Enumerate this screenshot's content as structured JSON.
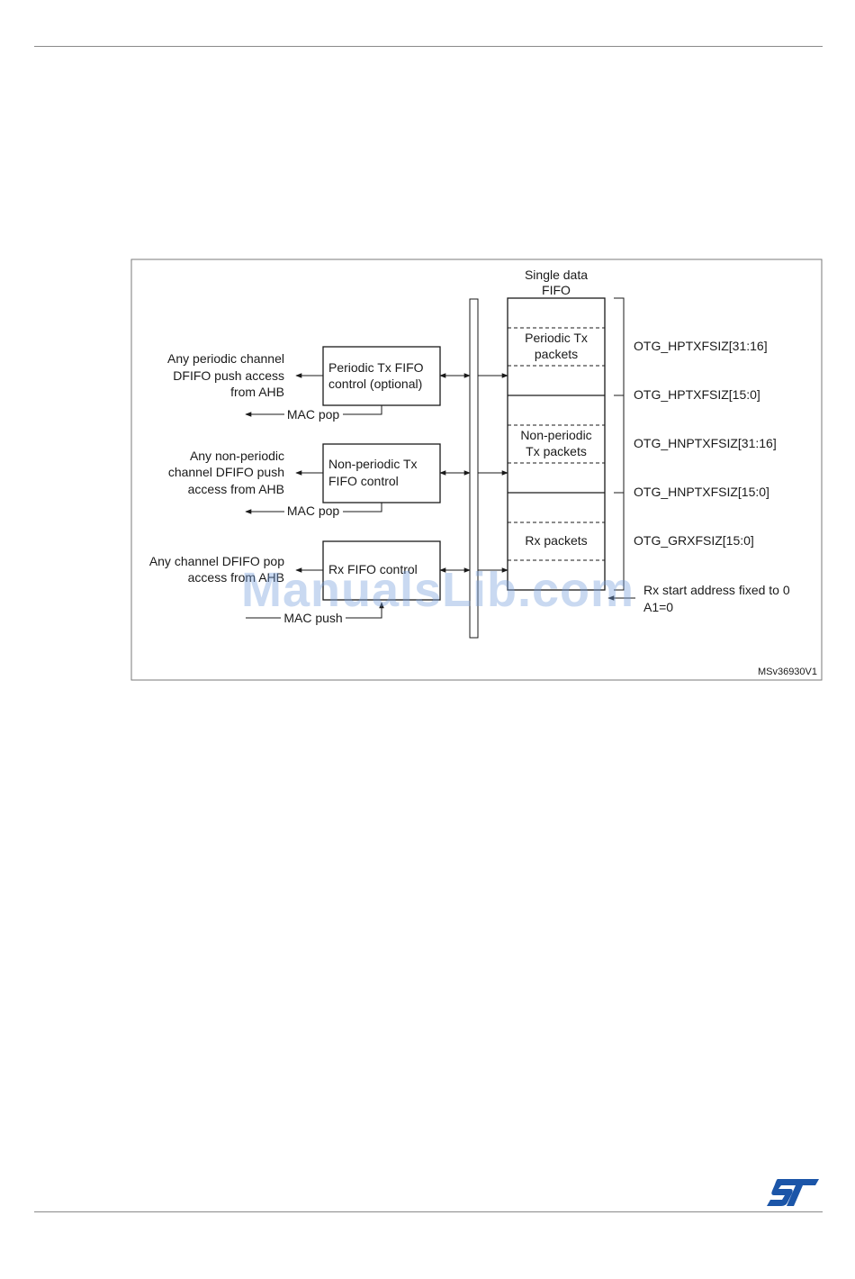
{
  "figure_id": "MSv36930V1",
  "fifo_title": [
    "Single data",
    "FIFO"
  ],
  "fifo_regions": [
    {
      "lines": [
        "Periodic Tx",
        "packets"
      ]
    },
    {
      "lines": [
        "Non-periodic",
        "Tx packets"
      ]
    },
    {
      "lines": [
        "Rx packets"
      ]
    }
  ],
  "controllers": [
    {
      "lines": [
        "Periodic Tx FIFO",
        "control (optional)"
      ],
      "access_lines": [
        "Any periodic channel",
        "DFIFO push access",
        "from AHB"
      ],
      "mac_label": "MAC pop"
    },
    {
      "lines": [
        "Non-periodic Tx",
        "FIFO control"
      ],
      "access_lines": [
        "Any non-periodic",
        "channel DFIFO push",
        "access from AHB"
      ],
      "mac_label": "MAC pop"
    },
    {
      "lines": [
        "Rx FIFO control"
      ],
      "access_lines": [
        "Any channel DFIFO pop",
        "access from AHB"
      ],
      "mac_label": "MAC push"
    }
  ],
  "registers": [
    "OTG_HPTXFSIZ[31:16]",
    "OTG_HPTXFSIZ[15:0]",
    "OTG_HNPTXFSIZ[31:16]",
    "OTG_HNPTXFSIZ[15:0]",
    "OTG_GRXFSIZ[15:0]"
  ],
  "rx_start_lines": [
    "Rx start address fixed to 0",
    "A1=0"
  ],
  "watermark": "ManualsLib.com",
  "colors": {
    "logo": "#1b55a8",
    "watermark": "#78a0dc",
    "line": "#1a1a1a"
  }
}
